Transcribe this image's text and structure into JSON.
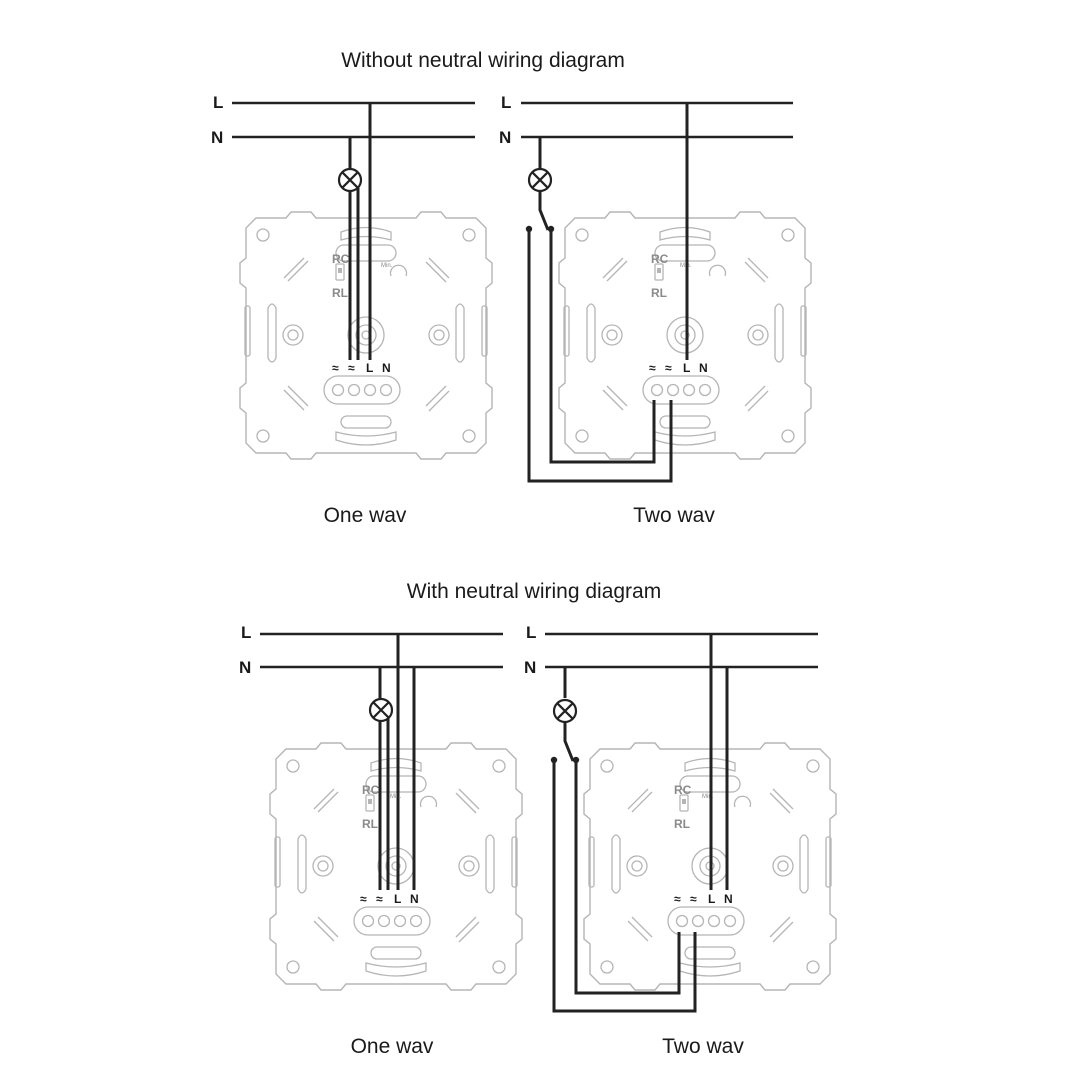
{
  "sections": [
    {
      "title": "Without neutral wiring diagram",
      "bus_labels": {
        "line": "L",
        "neutral": "N"
      },
      "diagrams": [
        {
          "caption": "One wav",
          "dimmer": {
            "switch_labels": {
              "top": "RC",
              "bottom": "RL"
            },
            "knob_label": "Min.",
            "terminal_labels": [
              "≈",
              "≈",
              "L",
              "N"
            ]
          }
        },
        {
          "caption": "Two wav",
          "dimmer": {
            "switch_labels": {
              "top": "RC",
              "bottom": "RL"
            },
            "knob_label": "Min.",
            "terminal_labels": [
              "≈",
              "≈",
              "L",
              "N"
            ]
          }
        }
      ]
    },
    {
      "title": "With neutral wiring diagram",
      "bus_labels": {
        "line": "L",
        "neutral": "N"
      },
      "diagrams": [
        {
          "caption": "One wav",
          "dimmer": {
            "switch_labels": {
              "top": "RC",
              "bottom": "RL"
            },
            "knob_label": "Min.",
            "terminal_labels": [
              "≈",
              "≈",
              "L",
              "N"
            ]
          }
        },
        {
          "caption": "Two wav",
          "dimmer": {
            "switch_labels": {
              "top": "RC",
              "bottom": "RL"
            },
            "knob_label": "Min.",
            "terminal_labels": [
              "≈",
              "≈",
              "L",
              "N"
            ]
          }
        }
      ]
    }
  ]
}
